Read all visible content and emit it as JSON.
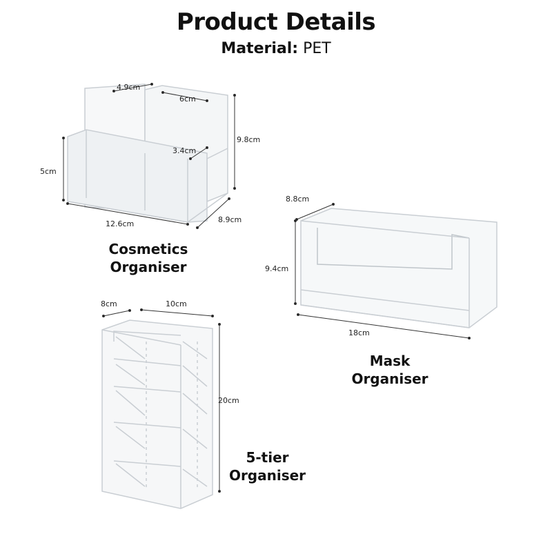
{
  "header": {
    "title": "Product Details",
    "material_label": "Material:",
    "material_value": "PET"
  },
  "products": {
    "cosmetics": {
      "name_line1": "Cosmetics",
      "name_line2": "Organiser",
      "dims": {
        "width": "12.6cm",
        "depth": "8.9cm",
        "height": "9.8cm",
        "front_height": "5cm",
        "top_left": "4.9cm",
        "top_right": "6cm",
        "inner": "3.4cm"
      }
    },
    "mask": {
      "name_line1": "Mask",
      "name_line2": "Organiser",
      "dims": {
        "depth": "8.8cm",
        "height": "9.4cm",
        "width": "18cm"
      }
    },
    "five_tier": {
      "name_line1": "5-tier",
      "name_line2": "Organiser",
      "dims": {
        "depth": "8cm",
        "width": "10cm",
        "height": "20cm"
      }
    }
  }
}
